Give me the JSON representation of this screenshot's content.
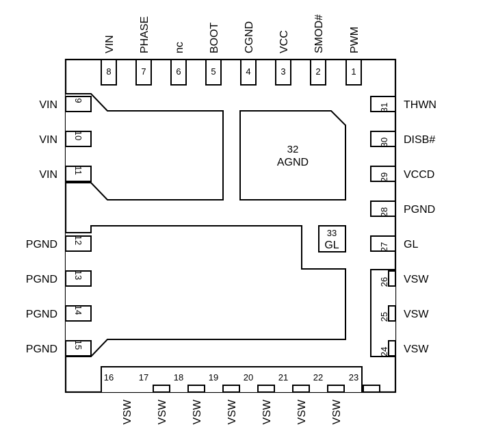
{
  "top_pins": [
    {
      "num": "8",
      "name": "VIN"
    },
    {
      "num": "7",
      "name": "PHASE"
    },
    {
      "num": "6",
      "name": "nc"
    },
    {
      "num": "5",
      "name": "BOOT"
    },
    {
      "num": "4",
      "name": "CGND"
    },
    {
      "num": "3",
      "name": "VCC"
    },
    {
      "num": "2",
      "name": "SMOD#"
    },
    {
      "num": "1",
      "name": "PWM"
    }
  ],
  "left_pins": [
    {
      "num": "9",
      "name": "VIN"
    },
    {
      "num": "10",
      "name": "VIN"
    },
    {
      "num": "11",
      "name": "VIN"
    },
    {
      "num": "12",
      "name": "PGND"
    },
    {
      "num": "13",
      "name": "PGND"
    },
    {
      "num": "14",
      "name": "PGND"
    },
    {
      "num": "15",
      "name": "PGND"
    }
  ],
  "right_pins": [
    {
      "num": "31",
      "name": "THWN"
    },
    {
      "num": "30",
      "name": "DISB#"
    },
    {
      "num": "29",
      "name": "VCCD"
    },
    {
      "num": "28",
      "name": "PGND"
    },
    {
      "num": "27",
      "name": "GL"
    },
    {
      "num": "26",
      "name": "VSW"
    },
    {
      "num": "25",
      "name": "VSW"
    },
    {
      "num": "24",
      "name": "VSW"
    }
  ],
  "bottom_pins": [
    {
      "num": "16",
      "name": "VSW"
    },
    {
      "num": "17",
      "name": "VSW"
    },
    {
      "num": "18",
      "name": "VSW"
    },
    {
      "num": "19",
      "name": "VSW"
    },
    {
      "num": "20",
      "name": "VSW"
    },
    {
      "num": "21",
      "name": "VSW"
    },
    {
      "num": "22",
      "name": "VSW"
    },
    {
      "num": "23",
      "name": ""
    }
  ],
  "pads": {
    "agnd": {
      "num": "32",
      "name": "AGND"
    },
    "gl": {
      "num": "33",
      "name": "GL"
    }
  }
}
